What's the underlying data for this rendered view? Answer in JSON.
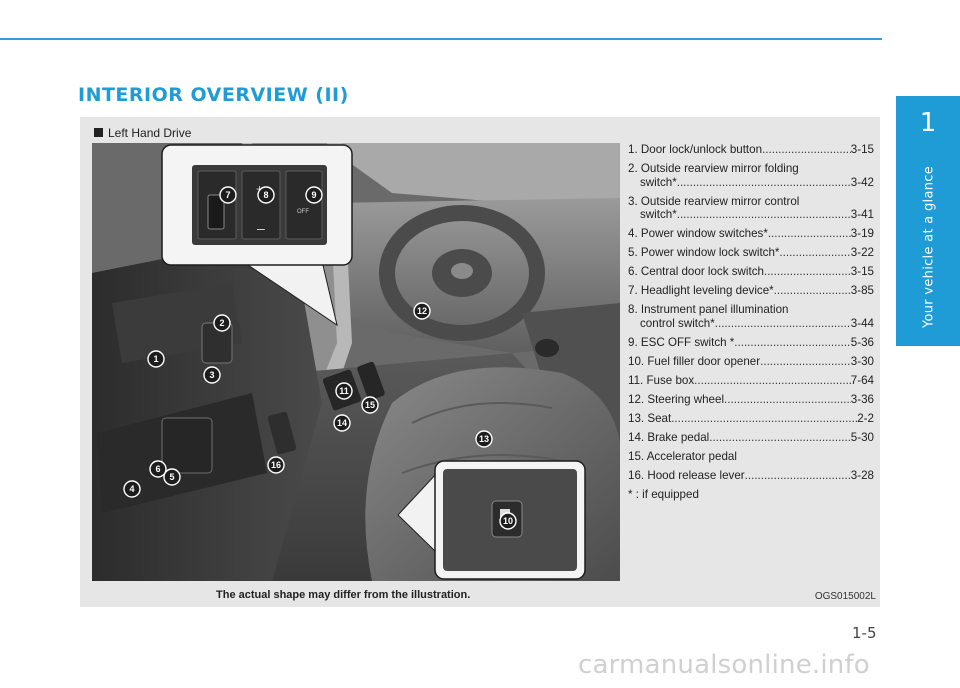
{
  "header": {
    "title": "INTERIOR OVERVIEW (II)"
  },
  "side_tab": {
    "chapter_number": "1",
    "chapter_title": "Your vehicle at a glance"
  },
  "figure": {
    "legend": "Left Hand Drive",
    "caption": "The actual shape may differ from the illustration.",
    "image_code": "OGS015002L",
    "markers": [
      "1",
      "2",
      "3",
      "4",
      "5",
      "6",
      "7",
      "8",
      "9",
      "10",
      "11",
      "12",
      "13",
      "14",
      "15",
      "16"
    ]
  },
  "parts": [
    {
      "label": "1. Door lock/unlock button",
      "page": "3-15"
    },
    {
      "label": "2. Outside rearview mirror folding",
      "sub": "switch*",
      "page": "3-42"
    },
    {
      "label": "3. Outside rearview mirror control",
      "sub": "switch*",
      "page": "3-41"
    },
    {
      "label": "4. Power window switches*",
      "page": "3-19"
    },
    {
      "label": "5. Power window lock switch*",
      "page": "3-22"
    },
    {
      "label": "6. Central door lock switch",
      "page": "3-15"
    },
    {
      "label": "7. Headlight leveling device*",
      "page": "3-85"
    },
    {
      "label": "8. Instrument panel illumination",
      "sub": "control switch*",
      "page": "3-44"
    },
    {
      "label": "9. ESC OFF switch *",
      "page": "5-36"
    },
    {
      "label": "10. Fuel filler door opener",
      "page": "3-30"
    },
    {
      "label": "11. Fuse box",
      "page": "7-64"
    },
    {
      "label": "12. Steering wheel",
      "page": "3-36"
    },
    {
      "label": "13. Seat",
      "page": "2-2"
    },
    {
      "label": "14. Brake pedal",
      "page": "5-30"
    },
    {
      "label": "15. Accelerator pedal",
      "page": ""
    },
    {
      "label": "16. Hood release lever",
      "page": "3-28"
    }
  ],
  "footnote": "* : if equipped",
  "page": {
    "number": "1-5"
  },
  "watermark": "carmanualsonline.info",
  "colors": {
    "accent": "#1f9bd6",
    "figure_bg": "#e6e6e6"
  }
}
